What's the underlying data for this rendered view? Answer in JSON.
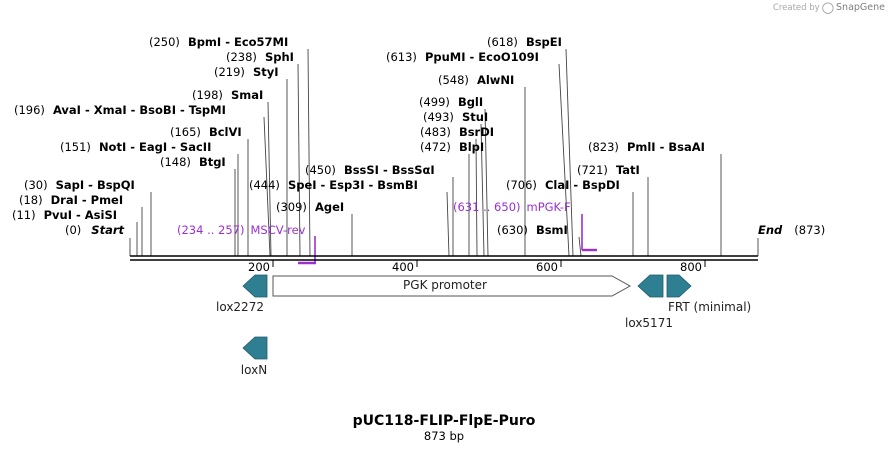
{
  "watermark": {
    "prefix": "Created by",
    "brand": "SnapGene"
  },
  "plasmid": {
    "name": "pUC118-FLIP-FlpE-Puro",
    "length_label": "873 bp",
    "length": 873
  },
  "colors": {
    "feature": "#2f7f93",
    "primer": "#9b30d0",
    "backbone": "#000000",
    "promoter_fill": "#ffffff"
  },
  "ruler": {
    "ticks": [
      "200",
      "400",
      "600",
      "800"
    ]
  },
  "sites": [
    {
      "name": "Start",
      "pos": "(0)",
      "italic": true
    },
    {
      "name": "PvuI - AsiSI",
      "pos": "(11)"
    },
    {
      "name": "DraI - PmeI",
      "pos": "(18)"
    },
    {
      "name": "SapI - BspQI",
      "pos": "(30)"
    },
    {
      "name": "BtgI",
      "pos": "(148)"
    },
    {
      "name": "NotI - EagI - SacII",
      "pos": "(151)"
    },
    {
      "name": "BclVI",
      "pos": "(165)"
    },
    {
      "name": "AvaI - XmaI - BsoBI - TspMI",
      "pos": "(196)"
    },
    {
      "name": "SmaI",
      "pos": "(198)"
    },
    {
      "name": "StyI",
      "pos": "(219)"
    },
    {
      "name": "SphI",
      "pos": "(238)"
    },
    {
      "name": "BpmI - Eco57MI",
      "pos": "(250)"
    },
    {
      "name": "AgeI",
      "pos": "(309)"
    },
    {
      "name": "SpeI - Esp3I - BsmBI",
      "pos": "(444)"
    },
    {
      "name": "BssSI - BssSαI",
      "pos": "(450)"
    },
    {
      "name": "BlpI",
      "pos": "(472)"
    },
    {
      "name": "BsrDI",
      "pos": "(483)"
    },
    {
      "name": "StuI",
      "pos": "(493)"
    },
    {
      "name": "BglI",
      "pos": "(499)"
    },
    {
      "name": "AlwNI",
      "pos": "(548)"
    },
    {
      "name": "PpuMI - EcoO109I",
      "pos": "(613)"
    },
    {
      "name": "BspEI",
      "pos": "(618)"
    },
    {
      "name": "BsmI",
      "pos": "(630)"
    },
    {
      "name": "ClaI - BspDI",
      "pos": "(706)"
    },
    {
      "name": "TatI",
      "pos": "(721)"
    },
    {
      "name": "PmlI - BsaAI",
      "pos": "(823)"
    },
    {
      "name": "End",
      "pos": "(873)",
      "italic": true
    }
  ],
  "primers": [
    {
      "name": "MSCV-rev",
      "range": "(234 .. 257)"
    },
    {
      "name": "mPGK-F",
      "range": "(631 .. 650)"
    }
  ],
  "features": [
    {
      "name": "lox2272",
      "type": "arrow-left"
    },
    {
      "name": "PGK promoter",
      "type": "promoter"
    },
    {
      "name": "lox5171",
      "type": "arrow-left"
    },
    {
      "name": "FRT (minimal)",
      "type": "arrow-right"
    },
    {
      "name": "loxN",
      "type": "arrow-left"
    }
  ]
}
